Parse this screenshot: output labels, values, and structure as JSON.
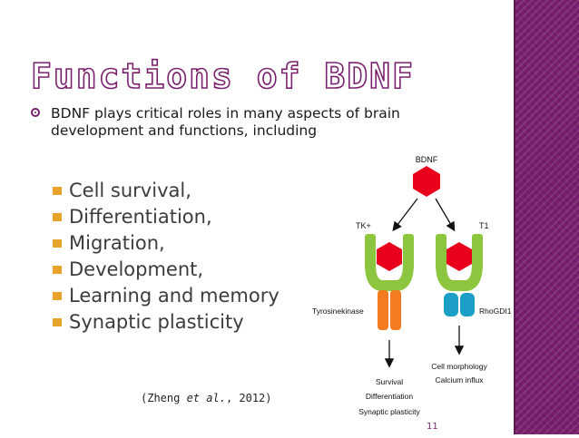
{
  "slide": {
    "title": "Functions of BDNF",
    "main_bullet": "BDNF plays critical roles in many aspects of brain development and functions, including",
    "sub_bullets": [
      "Cell survival,",
      "Differentiation,",
      "Migration,",
      "Development,",
      "Learning and memory",
      "Synaptic plasticity"
    ],
    "citation": {
      "prefix": "(Zheng ",
      "italic": "et al.",
      "suffix": ", 2012)"
    },
    "page_number": "11"
  },
  "figure": {
    "ligand_label": "BDNF",
    "left_receptor": "TK+",
    "right_receptor": "T1",
    "left_domain_label": "Tyrosinekinase",
    "right_domain_label": "RhoGDI1",
    "left_outcomes": [
      "Survival",
      "Differentiation",
      "Synaptic plasticity"
    ],
    "right_outcomes": [
      "Cell morphology",
      "Calcium influx"
    ]
  },
  "colors": {
    "accent": "#7a1f6e",
    "bullet_square": "#e8a32a",
    "hexagon": "#e8001c",
    "receptor_green": "#8cc63f",
    "kinase_orange": "#f47b20",
    "rhogdi_blue": "#1b9fc6"
  }
}
